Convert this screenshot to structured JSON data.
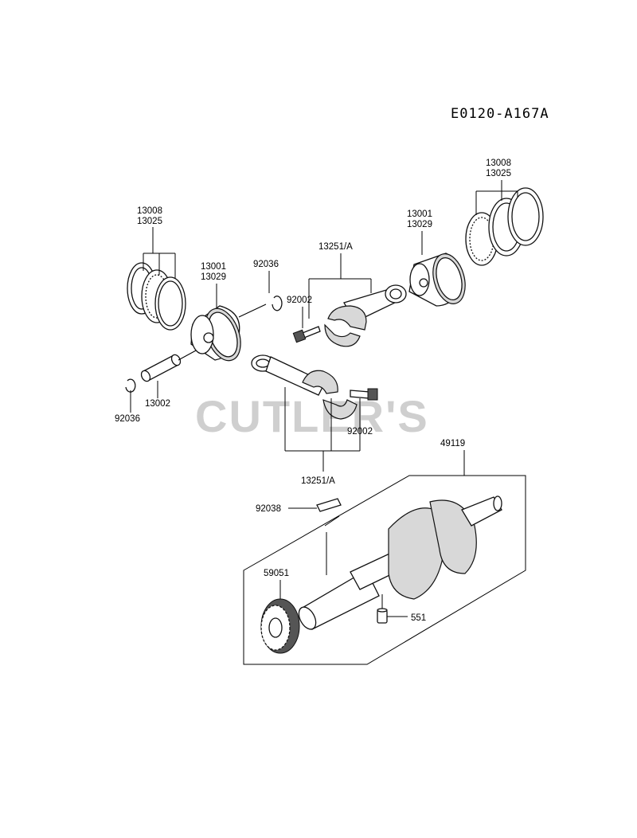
{
  "diagram": {
    "code": "E0120-A167A",
    "watermark": "CUTLER'S",
    "labels": {
      "rings_left_a": "13008",
      "rings_left_b": "13025",
      "piston_left_a": "13001",
      "piston_left_b": "13029",
      "clip_upper_left": "92036",
      "clip_lower_left": "92036",
      "pin": "13002",
      "rod_upper": "13251/A",
      "bolt_upper": "92002",
      "piston_right_a": "13001",
      "piston_right_b": "13029",
      "rings_right_a": "13008",
      "rings_right_b": "13025",
      "bolt_lower": "92002",
      "rod_lower": "13251/A",
      "crankshaft": "49119",
      "key": "92038",
      "gear": "59051",
      "dowel": "551"
    }
  }
}
